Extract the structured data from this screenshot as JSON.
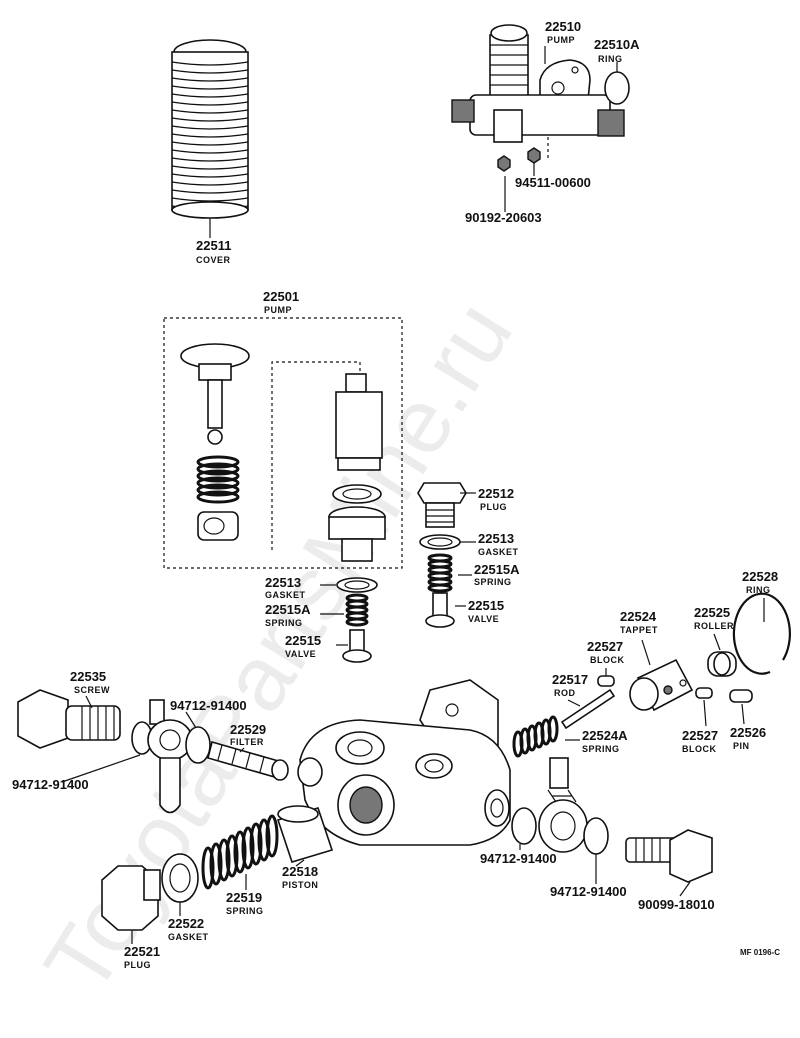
{
  "watermark": "ToyotaPartsMine.ru",
  "diagram_code": "MF 0196-C",
  "callouts": {
    "c22510": {
      "number": "22510",
      "name": "PUMP"
    },
    "c22510a": {
      "number": "22510A",
      "name": "RING"
    },
    "c94511": {
      "number": "94511-00600"
    },
    "c90192": {
      "number": "90192-20603"
    },
    "c22511": {
      "number": "22511",
      "name": "COVER"
    },
    "c22501": {
      "number": "22501",
      "name": "PUMP"
    },
    "c22512": {
      "number": "22512",
      "name": "PLUG"
    },
    "c22513r": {
      "number": "22513",
      "name": "GASKET"
    },
    "c22515ar": {
      "number": "22515A",
      "name": "SPRING"
    },
    "c22515r": {
      "number": "22515",
      "name": "VALVE"
    },
    "c22513l": {
      "number": "22513",
      "name": "GASKET"
    },
    "c22515al": {
      "number": "22515A",
      "name": "SPRING"
    },
    "c22515l": {
      "number": "22515",
      "name": "VALVE"
    },
    "c22528": {
      "number": "22528",
      "name": "RING"
    },
    "c22524": {
      "number": "22524",
      "name": "TAPPET"
    },
    "c22525": {
      "number": "22525",
      "name": "ROLLER"
    },
    "c22527t": {
      "number": "22527",
      "name": "BLOCK"
    },
    "c22517": {
      "number": "22517",
      "name": "ROD"
    },
    "c22527b": {
      "number": "22527",
      "name": "BLOCK"
    },
    "c22526": {
      "number": "22526",
      "name": "PIN"
    },
    "c22524a": {
      "number": "22524A",
      "name": "SPRING"
    },
    "c22535": {
      "number": "22535",
      "name": "SCREW"
    },
    "c94712t": {
      "number": "94712-91400"
    },
    "c22529": {
      "number": "22529",
      "name": "FILTER"
    },
    "c94712l": {
      "number": "94712-91400"
    },
    "c22518": {
      "number": "22518",
      "name": "PISTON"
    },
    "c22519": {
      "number": "22519",
      "name": "SPRING"
    },
    "c22522": {
      "number": "22522",
      "name": "GASKET"
    },
    "c22521": {
      "number": "22521",
      "name": "PLUG"
    },
    "c94712m": {
      "number": "94712-91400"
    },
    "c94712r": {
      "number": "94712-91400"
    },
    "c90099": {
      "number": "90099-18010"
    }
  }
}
